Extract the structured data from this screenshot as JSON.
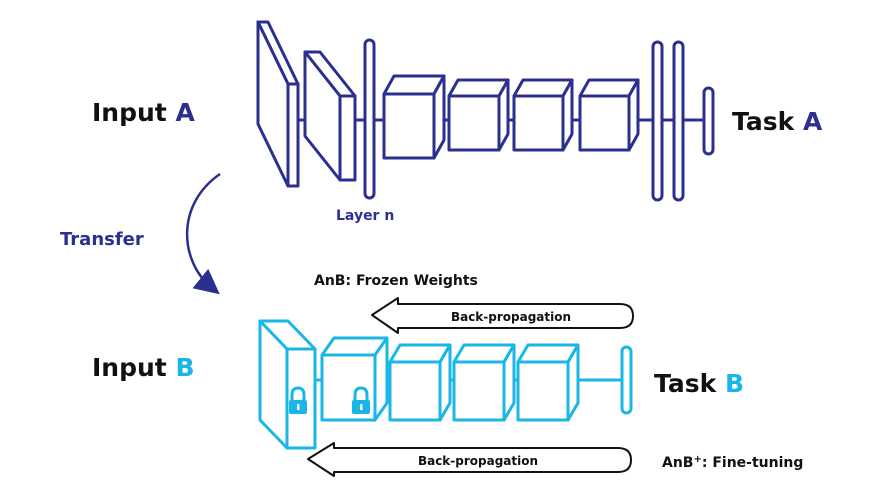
{
  "colors": {
    "network_a": "#2b2f8f",
    "network_b": "#19b6e6",
    "text": "#111111",
    "arrow_outline": "#111111"
  },
  "labels": {
    "input_a": {
      "prefix": "Input",
      "letter": "A"
    },
    "task_a": {
      "prefix": "Task",
      "letter": "A"
    },
    "input_b": {
      "prefix": "Input",
      "letter": "B"
    },
    "task_b": {
      "prefix": "Task",
      "letter": "B"
    },
    "layer_n": "Layer n",
    "transfer": "Transfer",
    "frozen": "AnB: Frozen Weights",
    "finetune_pre": "AnB",
    "finetune_sup": "+",
    "finetune_post": ": Fine-tuning",
    "backprop_top": "Back-propagation",
    "backprop_bottom": "Back-propagation"
  },
  "icons": {
    "lock": "lock-icon",
    "transfer_arrow": "curved-arrow-icon"
  },
  "network_b": {
    "locked_blocks": 2,
    "total_blocks": 5
  }
}
